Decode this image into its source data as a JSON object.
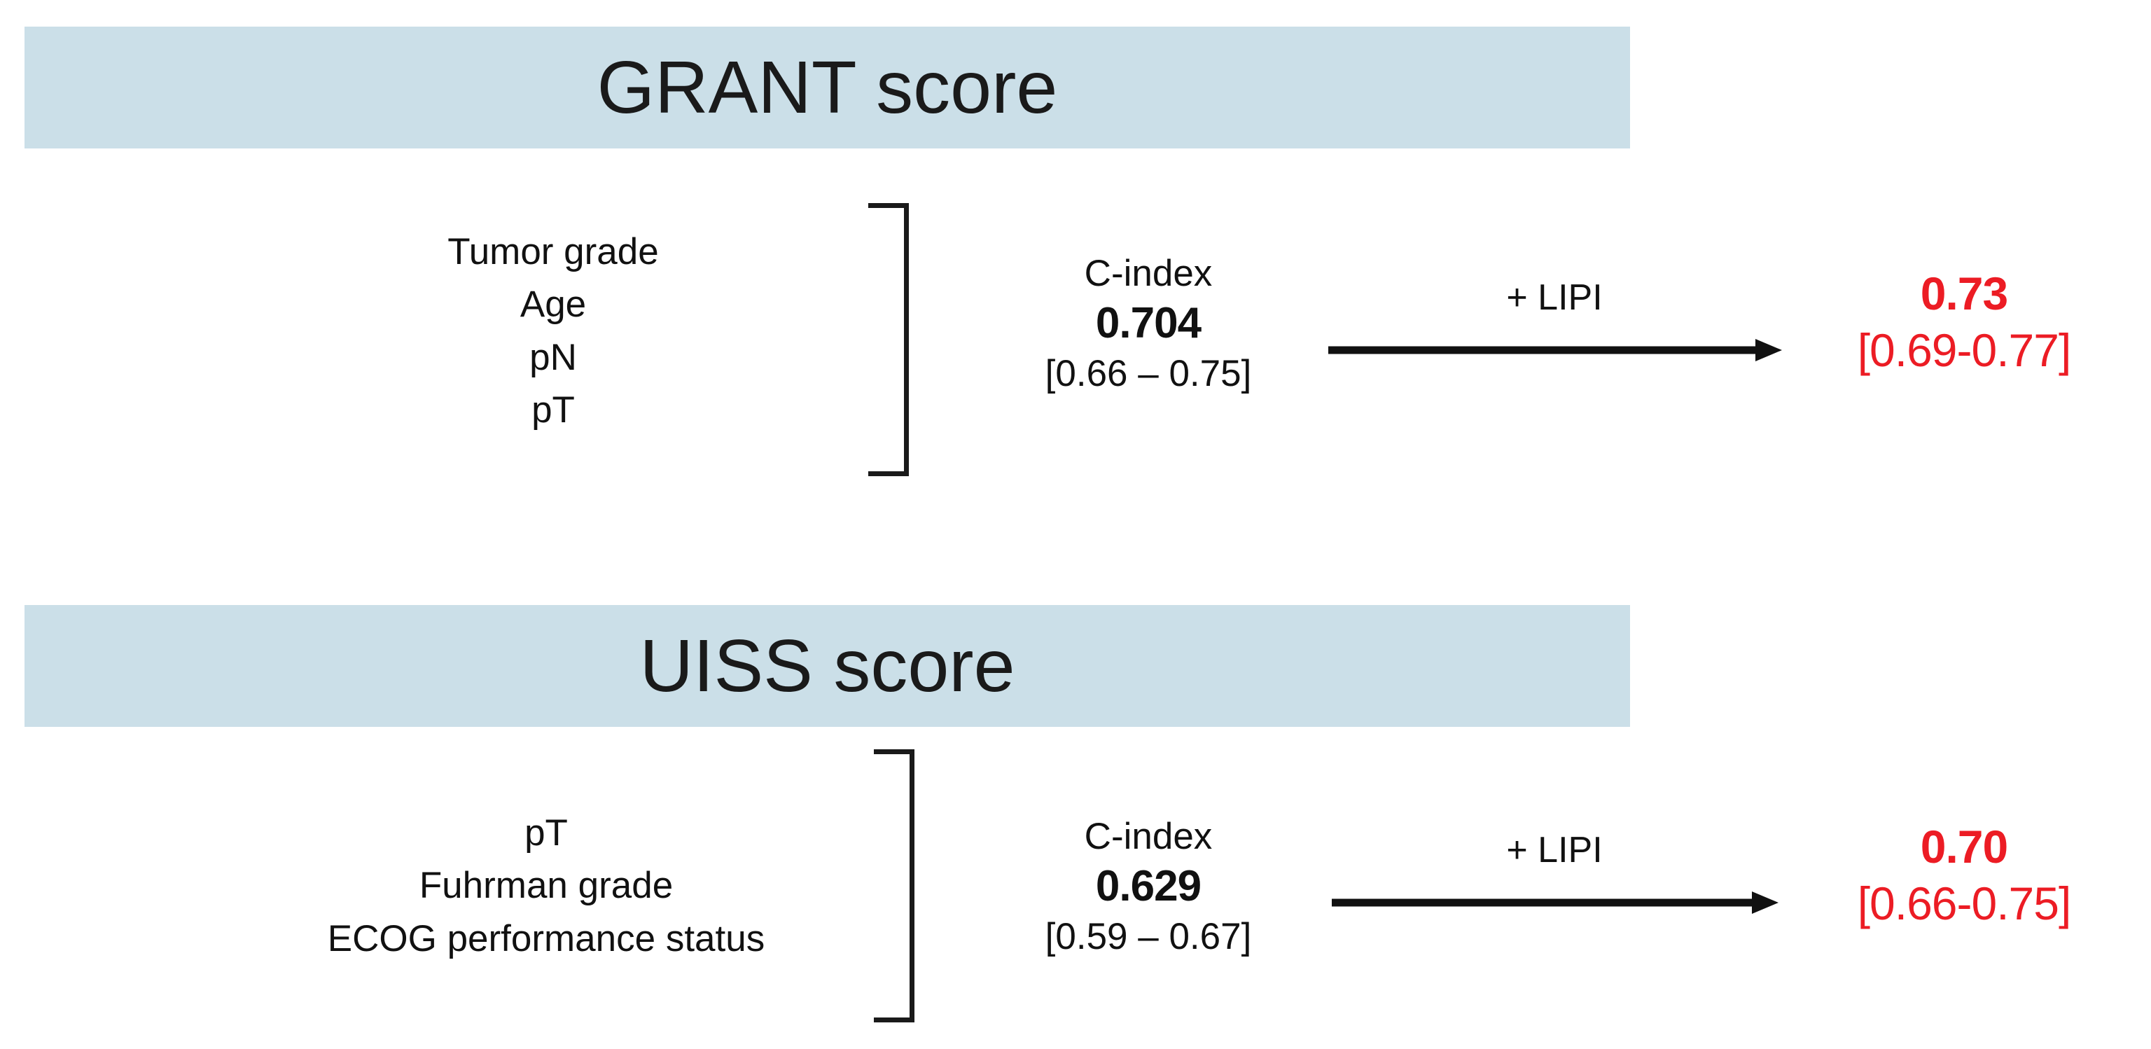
{
  "figure": {
    "background_color": "#ffffff",
    "banner_color": "#cbdfe8",
    "text_color": "#111111",
    "accent_color": "#ec1c24"
  },
  "sections": [
    {
      "id": "grant",
      "title": "GRANT score",
      "factors": [
        "Tumor grade",
        "Age",
        "pN",
        "pT"
      ],
      "cindex": {
        "label": "C-index",
        "value": "0.704",
        "ci": "[0.66 – 0.75]"
      },
      "arrow": {
        "label": "+ LIPI",
        "icon": "right-arrow-icon"
      },
      "result": {
        "value": "0.73",
        "ci": "[0.69-0.77]"
      }
    },
    {
      "id": "uiss",
      "title": "UISS score",
      "factors": [
        "pT",
        "Fuhrman grade",
        "ECOG performance status"
      ],
      "cindex": {
        "label": "C-index",
        "value": "0.629",
        "ci": "[0.59 – 0.67]"
      },
      "arrow": {
        "label": "+ LIPI",
        "icon": "right-arrow-icon"
      },
      "result": {
        "value": "0.70",
        "ci": "[0.66-0.75]"
      }
    }
  ]
}
